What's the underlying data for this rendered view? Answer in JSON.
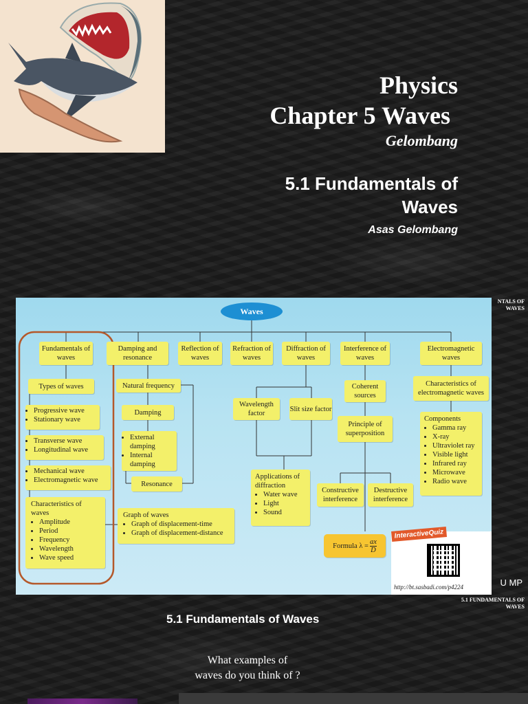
{
  "header": {
    "title_line1": "Physics",
    "title_line2": "Chapter 5 Waves",
    "subtitle": "Gelombang",
    "section_title": "5.1 Fundamentals of Waves",
    "section_subtitle": "Asas Gelombang"
  },
  "diagram": {
    "root": "Waves",
    "branches": {
      "fundamentals": "Fundamentals of waves",
      "damping": "Damping and resonance",
      "reflection": "Reflection of waves",
      "refraction": "Refraction of waves",
      "diffraction": "Diffraction of waves",
      "interference": "Interference of waves",
      "electromagnetic": "Electromagnetic waves"
    },
    "fundamentals": {
      "types": "Types of waves",
      "group1": [
        "Progressive wave",
        "Stationary wave"
      ],
      "group2": [
        "Transverse wave",
        "Longitudinal wave"
      ],
      "group3": [
        "Mechanical wave",
        "Electromagnetic wave"
      ],
      "characteristics_title": "Characteristics of waves",
      "characteristics": [
        "Amplitude",
        "Period",
        "Frequency",
        "Wavelength",
        "Wave speed"
      ]
    },
    "damping": {
      "natural_frequency": "Natural frequency",
      "damping": "Damping",
      "damping_types": [
        "External damping",
        "Internal damping"
      ],
      "resonance": "Resonance"
    },
    "graph": {
      "title": "Graph of waves",
      "items": [
        "Graph of displacement-time",
        "Graph of displacement-distance"
      ]
    },
    "diffraction": {
      "wavelength_factor": "Wavelength factor",
      "slit_size_factor": "Slit size factor",
      "applications_title": "Applications of diffraction",
      "applications": [
        "Water wave",
        "Light",
        "Sound"
      ]
    },
    "interference": {
      "coherent": "Coherent sources",
      "superposition": "Principle of superposition",
      "constructive": "Constructive interference",
      "destructive": "Destructive interference",
      "formula_label": "Formula λ = ",
      "formula_num": "ax",
      "formula_den": "D"
    },
    "electromagnetic": {
      "characteristics": "Characteristics of electromagnetic waves",
      "components_title": "Components",
      "components": [
        "Gamma ray",
        "X-ray",
        "Ultraviolet ray",
        "Visible light",
        "Infrared ray",
        "Microwave",
        "Radio wave"
      ]
    },
    "quiz": {
      "tag": "InteractiveQuiz",
      "url": "http://bt.sasbadi.com/p4224"
    }
  },
  "side": {
    "label1_line1": "NTALS OF",
    "label1_line2": "WAVES",
    "label2": "U MP",
    "label3_line1": "5.1 FUNDAMENTALS OF",
    "label3_line2": "WAVES"
  },
  "slide2": {
    "title": "5.1 Fundamentals of Waves",
    "question_line1": "What examples of",
    "question_line2": "waves do you think of ?"
  },
  "colors": {
    "background": "#1b1b1b",
    "diagram_bg": "#b7e3f2",
    "box": "#f3f06a",
    "root_pill": "#1d8fd3",
    "highlight_border": "#b4582a",
    "formula_box": "#f7c531"
  }
}
